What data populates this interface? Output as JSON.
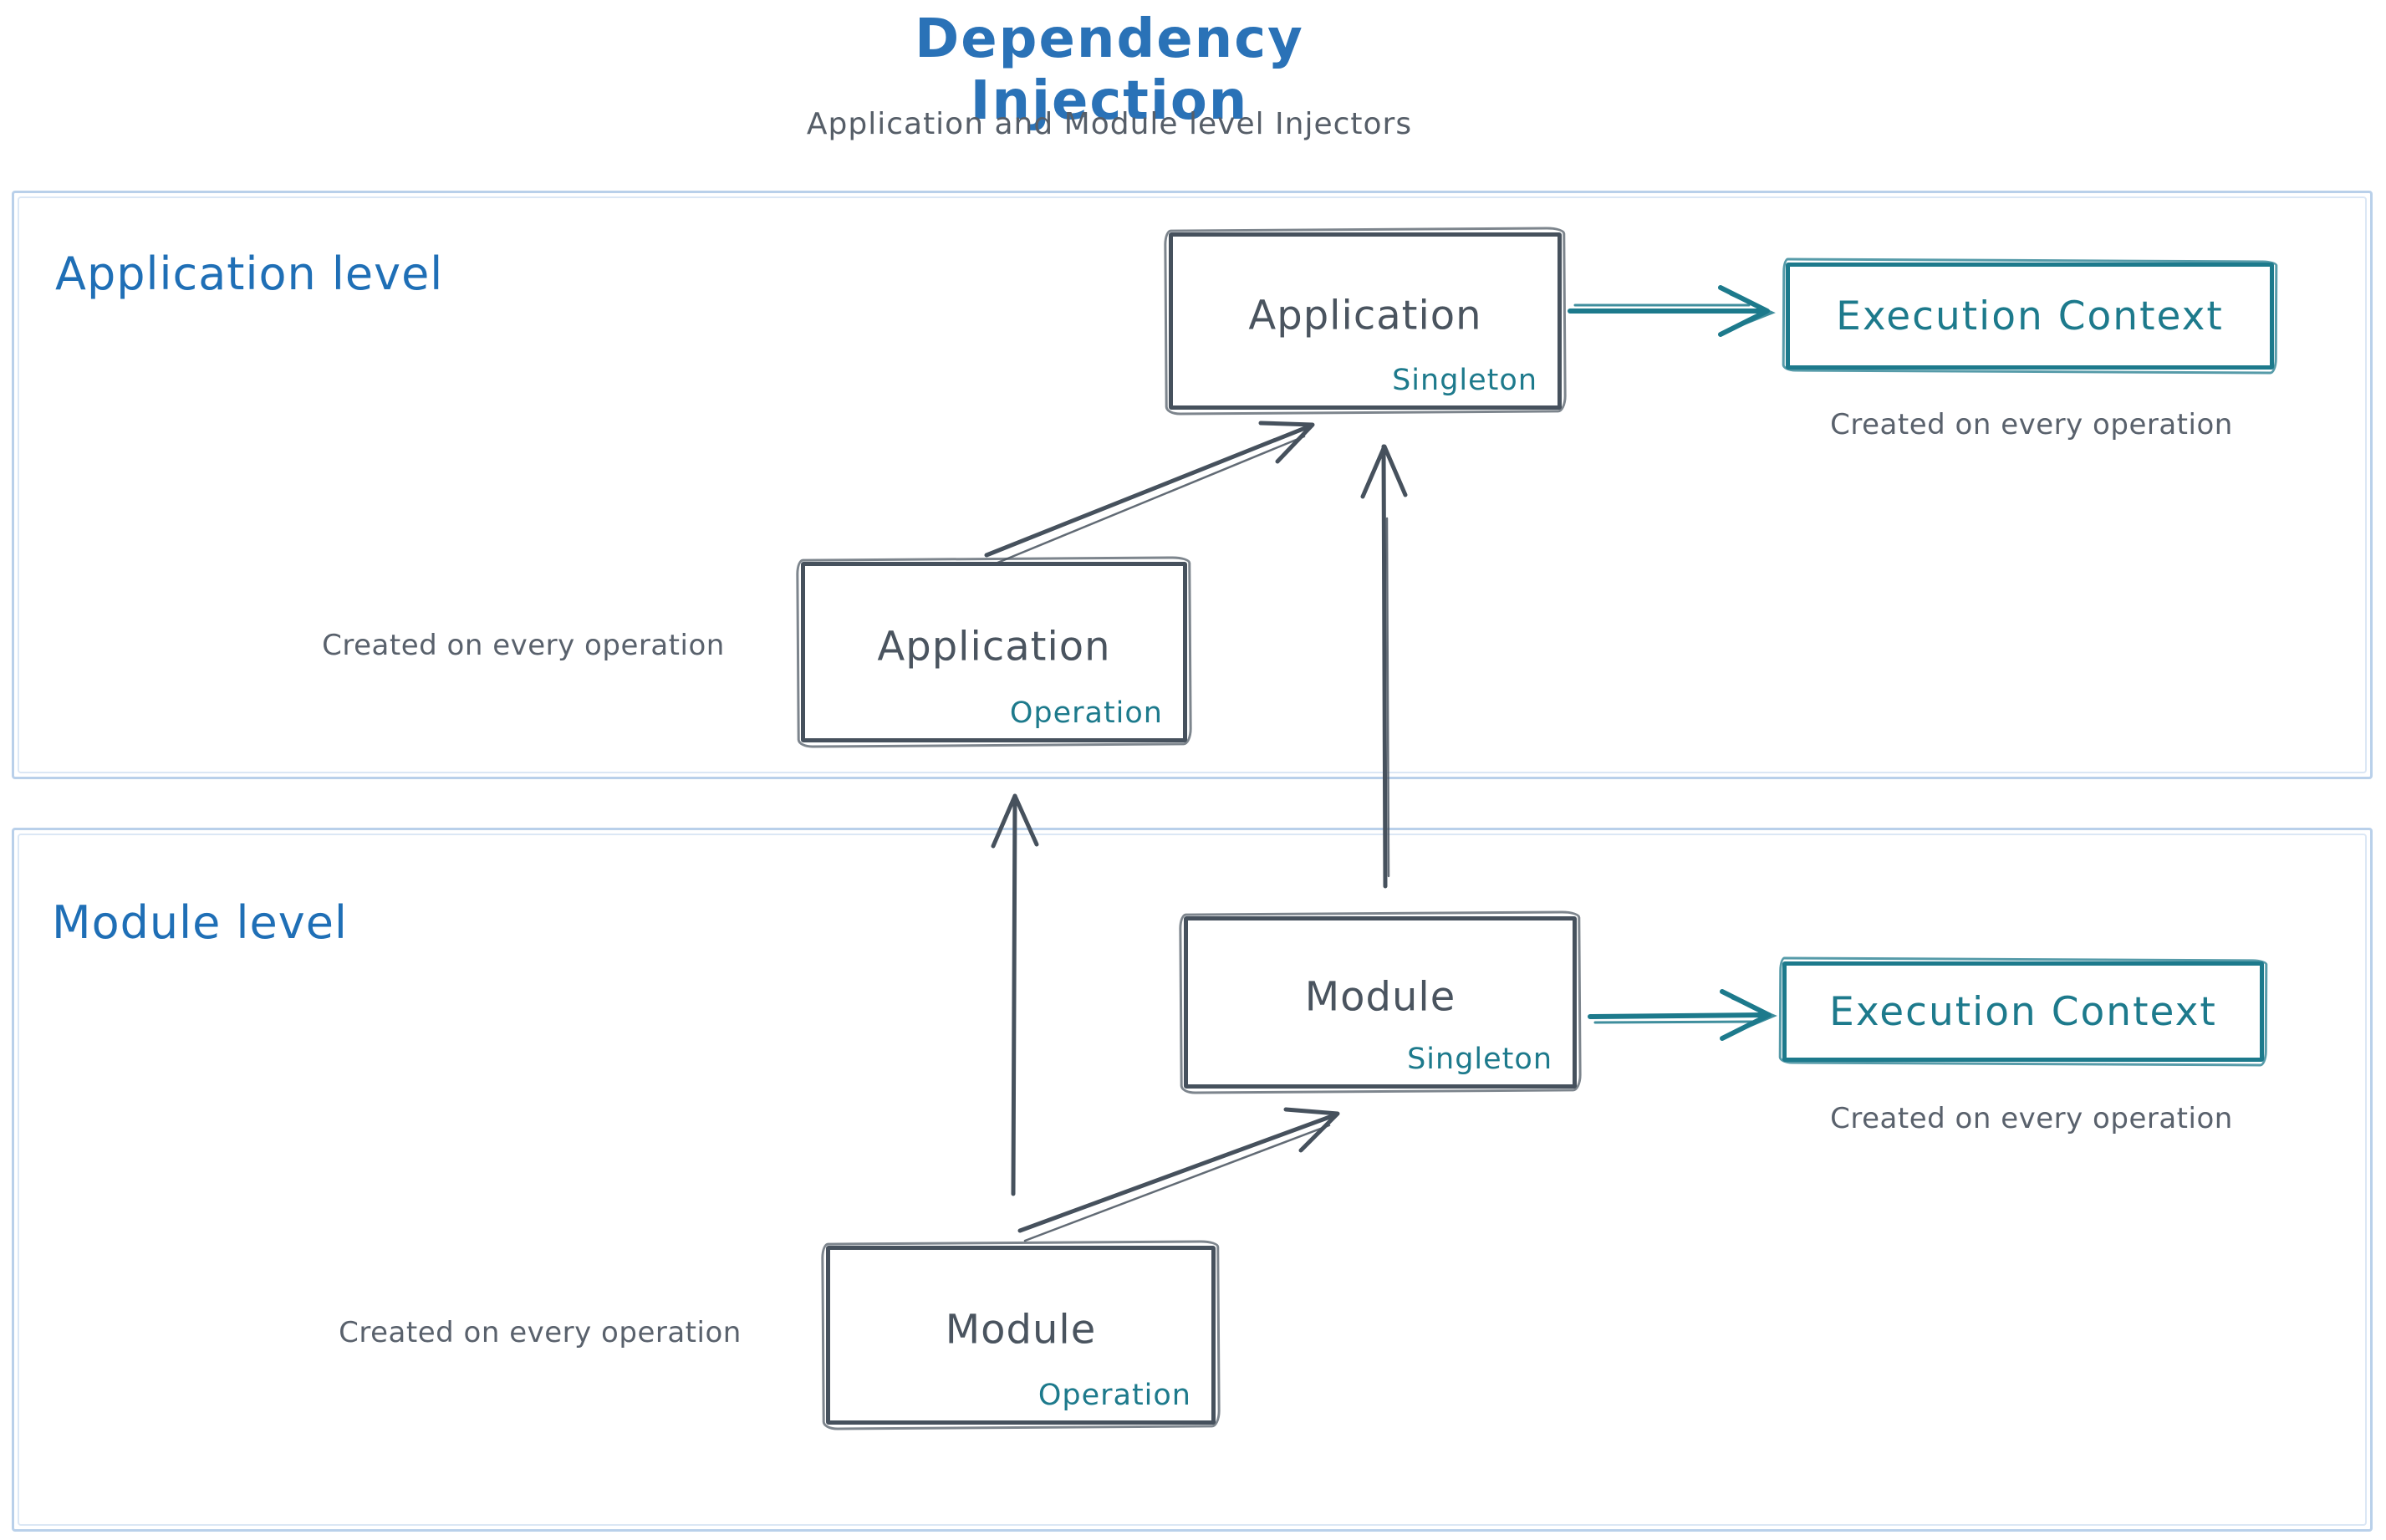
{
  "header": {
    "title": "Dependency Injection",
    "subtitle": "Application and Module level Injectors"
  },
  "frames": {
    "application": {
      "label": "Application level"
    },
    "module": {
      "label": "Module level"
    }
  },
  "nodes": {
    "app_singleton": {
      "title": "Application",
      "badge": "Singleton"
    },
    "app_operation": {
      "title": "Application",
      "badge": "Operation"
    },
    "module_singleton": {
      "title": "Module",
      "badge": "Singleton"
    },
    "module_operation": {
      "title": "Module",
      "badge": "Operation"
    },
    "app_execution_context": {
      "title": "Execution Context"
    },
    "module_execution_context": {
      "title": "Execution Context"
    }
  },
  "notes": {
    "app_operation_note": "Created on every operation",
    "app_execution_note": "Created on every operation",
    "module_operation_note": "Created on every operation",
    "module_execution_note": "Created on every operation"
  },
  "palette": {
    "title_blue": "#2a72b7",
    "label_blue": "#1f6fb6",
    "ink_slate": "#46515d",
    "teal": "#1d7a8c",
    "frame_blue": "#b9d0ea",
    "note_gray": "#59616c"
  }
}
